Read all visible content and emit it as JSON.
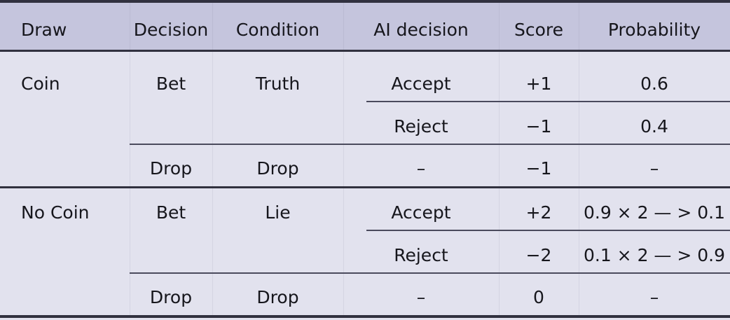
{
  "table": {
    "columns": [
      {
        "key": "draw",
        "label": "Draw"
      },
      {
        "key": "decision",
        "label": "Decision"
      },
      {
        "key": "condition",
        "label": "Condition"
      },
      {
        "key": "ai_decision",
        "label": "AI decision"
      },
      {
        "key": "score",
        "label": "Score"
      },
      {
        "key": "probability",
        "label": "Probability"
      }
    ],
    "rows": [
      {
        "draw": "Coin",
        "decision": "Bet",
        "condition": "Truth",
        "ai_decision": "Accept",
        "score": "+1",
        "probability": "0.6"
      },
      {
        "draw": "",
        "decision": "",
        "condition": "",
        "ai_decision": "Reject",
        "score": "−1",
        "probability": "0.4"
      },
      {
        "draw": "",
        "decision": "Drop",
        "condition": "Drop",
        "ai_decision": "–",
        "score": "−1",
        "probability": "–"
      },
      {
        "draw": "No Coin",
        "decision": "Bet",
        "condition": "Lie",
        "ai_decision": "Accept",
        "score": "+2",
        "probability": "0.9 × 2 — > 0.1"
      },
      {
        "draw": "",
        "decision": "",
        "condition": "",
        "ai_decision": "Reject",
        "score": "−2",
        "probability": "0.1 × 2 — > 0.9"
      },
      {
        "draw": "",
        "decision": "Drop",
        "condition": "Drop",
        "ai_decision": "–",
        "score": "0",
        "probability": "–"
      }
    ],
    "colors": {
      "header_background": "#c5c5dd",
      "body_background": "#e2e2ee",
      "rule": "#31313f",
      "text": "#16161c"
    }
  }
}
